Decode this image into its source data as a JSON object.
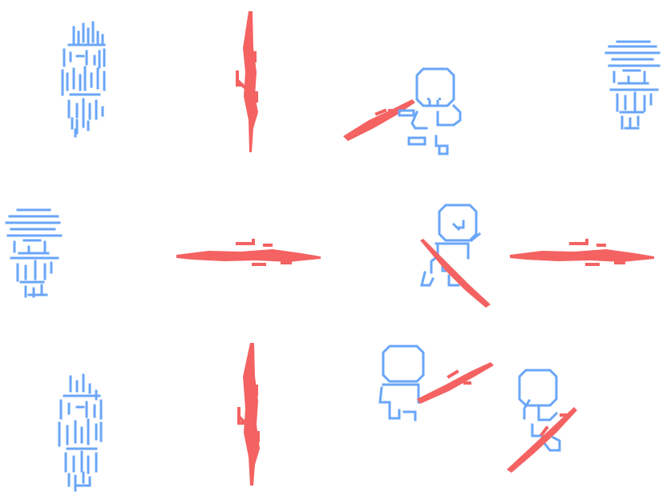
{
  "sheet": {
    "background": "#ffffff",
    "sprite_color": "#6aa6f8",
    "effect_color": "#f46262",
    "sprites": [
      {
        "name": "ghost-sprite-top-left",
        "kind": "dissolving-figure"
      },
      {
        "name": "vertical-slash-top",
        "kind": "slash-effect"
      },
      {
        "name": "hero-sword-right-up",
        "kind": "character-attack"
      },
      {
        "name": "ghost-sprite-top-right",
        "kind": "dissolving-figure"
      },
      {
        "name": "ghost-sprite-mid-left",
        "kind": "dissolving-figure"
      },
      {
        "name": "horizontal-slash-center",
        "kind": "slash-effect"
      },
      {
        "name": "hero-sword-down-right",
        "kind": "character-attack"
      },
      {
        "name": "horizontal-slash-right",
        "kind": "slash-effect"
      },
      {
        "name": "ghost-sprite-bottom-left",
        "kind": "dissolving-figure"
      },
      {
        "name": "vertical-slash-bottom",
        "kind": "slash-effect"
      },
      {
        "name": "hero-sword-right-forward",
        "kind": "character-attack"
      },
      {
        "name": "hero-sword-down-left",
        "kind": "character-attack"
      }
    ]
  }
}
